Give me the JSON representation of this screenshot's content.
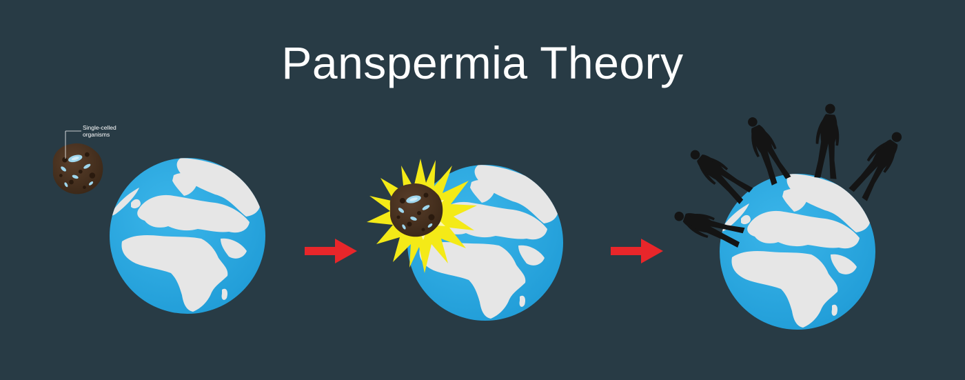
{
  "title": "Panspermia Theory",
  "meteor_label": {
    "line1": "Single-celled",
    "line2": "organisms"
  },
  "colors": {
    "background": "#283b45",
    "ocean": "#29a8e0",
    "land": "#e6e6e6",
    "arrow": "#e8262a",
    "meteor": "#4a3322",
    "impact_flash": "#f4ea17",
    "silhouette": "#141414"
  },
  "stages": [
    {
      "name": "meteor-approaching-earth"
    },
    {
      "name": "meteor-impact-on-earth"
    },
    {
      "name": "life-evolving-on-earth"
    }
  ]
}
